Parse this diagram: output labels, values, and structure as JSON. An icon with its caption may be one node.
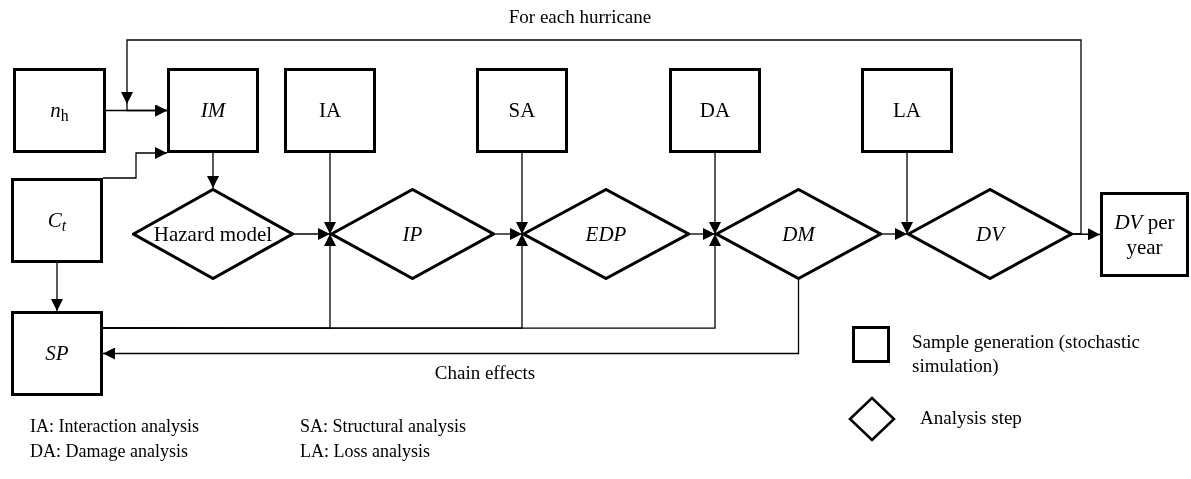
{
  "diagram": {
    "nodes": [
      {
        "text": [
          "*n*$_{h}$"
        ]
      },
      {
        "text": [
          "IM"
        ]
      },
      {
        "text": [
          "IA"
        ]
      },
      {
        "text": [
          "SA"
        ]
      },
      {
        "text": [
          "DA"
        ]
      },
      {
        "text": [
          "LA"
        ]
      },
      {
        "text": [
          "C$_{t}$"
        ]
      },
      {
        "text": [
          "Hazard model"
        ]
      },
      {
        "text": [
          "IP"
        ]
      },
      {
        "text": [
          "EDP"
        ]
      },
      {
        "text": [
          "DM"
        ]
      },
      {
        "text": [
          "DV"
        ]
      },
      {
        "text": [
          "*DV* per year"
        ]
      },
      {
        "text": [
          "SP"
        ]
      }
    ],
    "edges": [
      {
        "from": 0,
        "to": 1,
        "arrow": "to"
      },
      {
        "from": 11,
        "to": 1,
        "arrow": "to",
        "label": "For each hurricane"
      },
      {
        "from": 6,
        "to": 1,
        "arrow": "to"
      },
      {
        "from": 1,
        "to": 7,
        "arrow": "to"
      },
      {
        "from": 6,
        "to": 13,
        "arrow": "to"
      },
      {
        "from": 7,
        "to": 8,
        "arrow": "to"
      },
      {
        "from": 2,
        "to": 8,
        "arrow": "to"
      },
      {
        "from": 13,
        "to": 8,
        "arrow": "to"
      },
      {
        "from": 8,
        "to": 9,
        "arrow": "to"
      },
      {
        "from": 3,
        "to": 9,
        "arrow": "to"
      },
      {
        "from": 13,
        "to": 9,
        "arrow": "to"
      },
      {
        "from": 9,
        "to": 10,
        "arrow": "to"
      },
      {
        "from": 4,
        "to": 10,
        "arrow": "to"
      },
      {
        "from": 13,
        "to": 10,
        "arrow": "to"
      },
      {
        "from": 10,
        "to": 11,
        "arrow": "to"
      },
      {
        "from": 5,
        "to": 11,
        "arrow": "to"
      },
      {
        "from": 11,
        "to": 12,
        "arrow": "to"
      },
      {
        "from": 10,
        "to": 13,
        "arrow": "to",
        "label": "Chain effects"
      }
    ],
    "labels": [
      "IA: Interaction analysis",
      "SA: Structural analysis",
      "DA: Damage analysis",
      "LA: Loss analysis"
    ],
    "legend": [
      {
        "text": "Sample generation (stochastic simulation)"
      },
      {
        "text": "Analysis step"
      }
    ]
  }
}
